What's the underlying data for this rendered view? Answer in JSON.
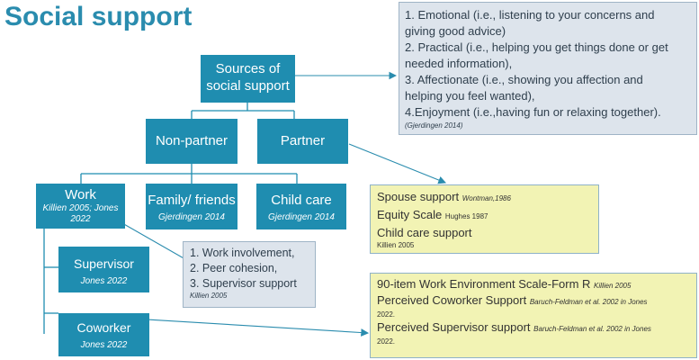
{
  "title": "Social support",
  "nodes": {
    "sources": {
      "line1": "Sources of",
      "line2": "social support"
    },
    "nonpartner": {
      "label": "Non-partner"
    },
    "partner": {
      "label": "Partner"
    },
    "work": {
      "label": "Work",
      "cite1": "Killien 2005; Jones",
      "cite2": "2022"
    },
    "family": {
      "label": "Family/ friends",
      "cite": "Gjerdingen 2014"
    },
    "childcare": {
      "label": "Child care",
      "cite": "Gjerdingen 2014"
    },
    "supervisor": {
      "label": "Supervisor",
      "cite": "Jones 2022"
    },
    "coworker": {
      "label": "Coworker",
      "cite": "Jones 2022"
    }
  },
  "types_box": {
    "items": [
      "1. Emotional (i.e., listening to your concerns and",
      "giving good advice)",
      "2. Practical (i.e., helping you get things done or get",
      "needed information),",
      "3. Affectionate (i.e., showing you affection and",
      "helping you feel wanted),",
      "4.Enjoyment (i.e.,having fun or relaxing together)."
    ],
    "cite": "(Gjerdingen 2014)"
  },
  "partner_box": {
    "items": [
      {
        "text": "Spouse support ",
        "cite": "Wontman,1986"
      },
      {
        "text": "Equity Scale ",
        "cite": "Hughes 1987"
      },
      {
        "text": "Child care support",
        "cite": ""
      }
    ],
    "cite": "Killien 2005"
  },
  "work_box": {
    "items": [
      "1. Work involvement,",
      "2. Peer cohesion,",
      "3. Supervisor support"
    ],
    "cite": "Killien 2005"
  },
  "scales_box": {
    "items": [
      {
        "text": "90-item Work Environment Scale-Form R ",
        "cite": "Killien 2005"
      },
      {
        "text": "Perceived Coworker Support ",
        "cite": "Baruch-Feldman et al. 2002 in Jones"
      },
      {
        "text": "2022.",
        "cite": ""
      },
      {
        "text": "Perceived Supervisor support ",
        "cite": "Baruch-Feldman et al. 2002 in Jones"
      },
      {
        "text": "2022.",
        "cite": ""
      }
    ]
  }
}
